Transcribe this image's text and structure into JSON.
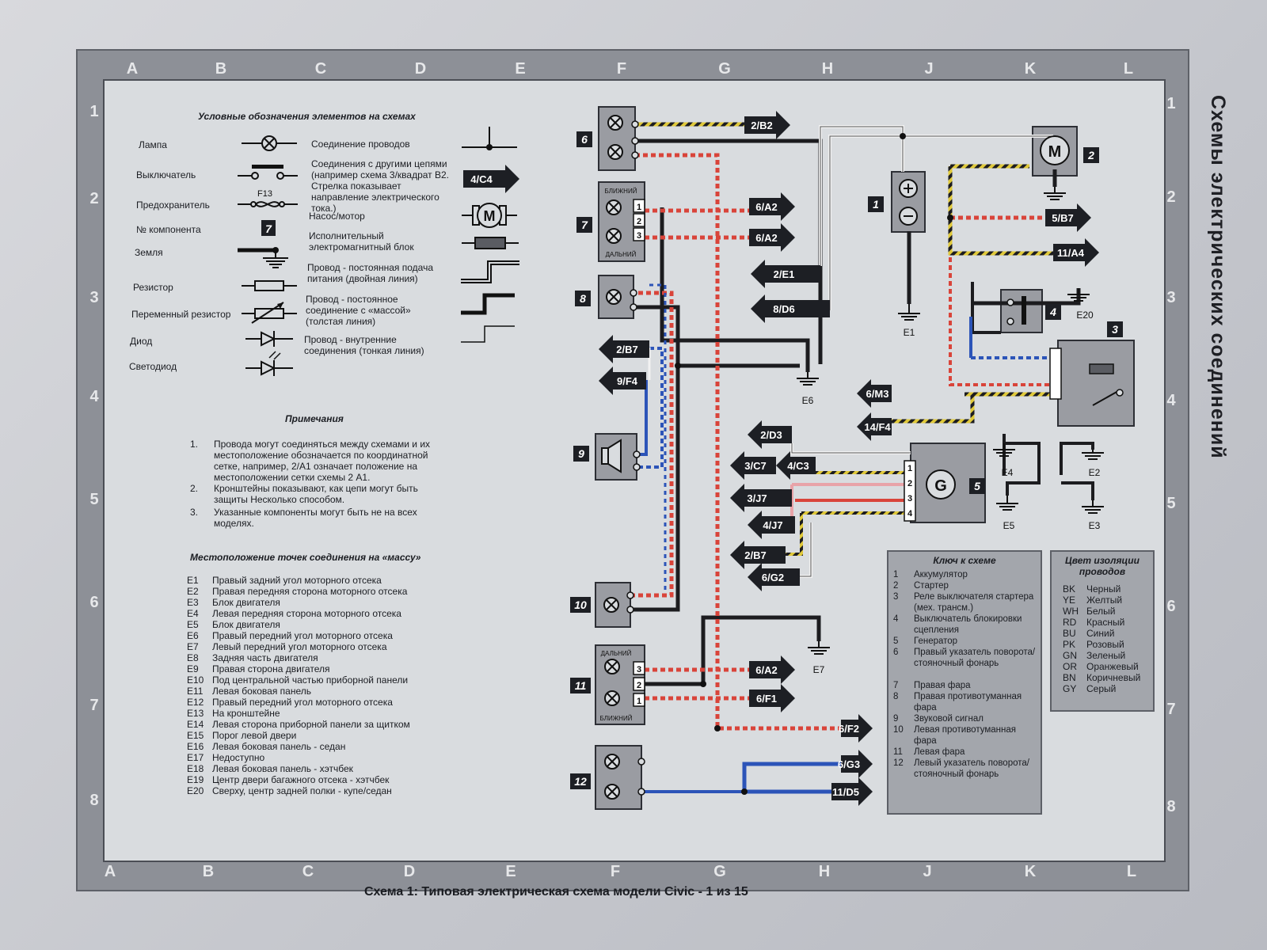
{
  "caption": "Схема 1: Типовая электрическая схема модели Civic - 1 из 15",
  "side_title": "Схемы электрических соединений",
  "grid": {
    "columns": [
      "A",
      "B",
      "C",
      "D",
      "E",
      "F",
      "G",
      "H",
      "J",
      "K",
      "L"
    ],
    "rows": [
      "1",
      "2",
      "3",
      "4",
      "5",
      "6",
      "7",
      "8"
    ]
  },
  "legend": {
    "title": "Условные обозначения элементов на схемах",
    "left_items": [
      "Лампа",
      "Выключатель",
      "Предохранитель",
      "№ компонента",
      "Земля",
      "Резистор",
      "Переменный резистор",
      "Диод",
      "Светодиод"
    ],
    "fuse_label": "F13",
    "component_number": "7",
    "right_items": [
      "Соединение проводов",
      "Соединения с другими цепями (например схема 3/квадрат B2. Стрелка показывает направление электрического тока.)",
      "Насос/мотор",
      "Исполнительный электромагнитный блок",
      "Провод - постоянная подача питания (двойная линия)",
      "Провод - постоянное соединение с «массой» (толстая линия)",
      "Провод - внутренние соединения (тонкая линия)"
    ],
    "arrow_example": "4/C4"
  },
  "notes": {
    "title": "Примечания",
    "items": [
      {
        "n": "1.",
        "text": "Провода могут соединяться между схемами и их местоположение обозначается по координатной сетке, например, 2/A1 означает положение на местоположении сетки схемы 2 A1."
      },
      {
        "n": "2.",
        "text": "Кронштейны показывают, как цепи могут быть защиты Несколько способом."
      },
      {
        "n": "3.",
        "text": "Указанные компоненты могут быть не на всех моделях."
      }
    ]
  },
  "ground_points": {
    "title": "Местоположение точек соединения на «массу»",
    "items": [
      {
        "code": "E1",
        "desc": "Правый задний угол моторного отсека"
      },
      {
        "code": "E2",
        "desc": "Правая передняя сторона моторного отсека"
      },
      {
        "code": "E3",
        "desc": "Блок двигателя"
      },
      {
        "code": "E4",
        "desc": "Левая передняя сторона моторного отсека"
      },
      {
        "code": "E5",
        "desc": "Блок двигателя"
      },
      {
        "code": "E6",
        "desc": "Правый передний угол моторного отсека"
      },
      {
        "code": "E7",
        "desc": "Левый передний угол моторного отсека"
      },
      {
        "code": "E8",
        "desc": "Задняя часть двигателя"
      },
      {
        "code": "E9",
        "desc": "Правая сторона двигателя"
      },
      {
        "code": "E10",
        "desc": "Под центральной частью приборной панели"
      },
      {
        "code": "E11",
        "desc": "Левая боковая панель"
      },
      {
        "code": "E12",
        "desc": "Правый передний угол моторного отсека"
      },
      {
        "code": "E13",
        "desc": "На кронштейне"
      },
      {
        "code": "E14",
        "desc": "Левая сторона приборной панели за щитком"
      },
      {
        "code": "E15",
        "desc": "Порог левой двери"
      },
      {
        "code": "E16",
        "desc": "Левая боковая панель - седан"
      },
      {
        "code": "E17",
        "desc": "Недоступно"
      },
      {
        "code": "E18",
        "desc": "Левая боковая панель - хэтчбек"
      },
      {
        "code": "E19",
        "desc": "Центр двери багажного отсека - хэтчбек"
      },
      {
        "code": "E20",
        "desc": "Сверху, центр задней полки - купе/седан"
      }
    ]
  },
  "key": {
    "title": "Ключ к схеме",
    "items": [
      {
        "n": "1",
        "text": "Аккумулятор"
      },
      {
        "n": "2",
        "text": "Стартер"
      },
      {
        "n": "3",
        "text": "Реле выключателя стартера (мех. трансм.)"
      },
      {
        "n": "4",
        "text": "Выключатель блокировки сцепления"
      },
      {
        "n": "5",
        "text": "Генератор"
      },
      {
        "n": "6",
        "text": "Правый указатель поворота/стояночный фонарь"
      },
      {
        "n": "7",
        "text": "Правая фара"
      },
      {
        "n": "8",
        "text": "Правая противотуманная фара"
      },
      {
        "n": "9",
        "text": "Звуковой сигнал"
      },
      {
        "n": "10",
        "text": "Левая противотуманная фара"
      },
      {
        "n": "11",
        "text": "Левая фара"
      },
      {
        "n": "12",
        "text": "Левый указатель поворота/стояночный фонарь"
      }
    ]
  },
  "wire_colors": {
    "title": "Цвет изоляции проводов",
    "items": [
      {
        "code": "BK",
        "name": "Черный"
      },
      {
        "code": "YE",
        "name": "Желтый"
      },
      {
        "code": "WH",
        "name": "Белый"
      },
      {
        "code": "RD",
        "name": "Красный"
      },
      {
        "code": "BU",
        "name": "Синий"
      },
      {
        "code": "PK",
        "name": "Розовый"
      },
      {
        "code": "GN",
        "name": "Зеленый"
      },
      {
        "code": "OR",
        "name": "Оранжевый"
      },
      {
        "code": "BN",
        "name": "Коричневый"
      },
      {
        "code": "GY",
        "name": "Серый"
      }
    ]
  },
  "components": {
    "c6": "6",
    "c7": "7",
    "c8": "8",
    "c9": "9",
    "c10": "10",
    "c11": "11",
    "c12": "12",
    "c1": "1",
    "c2": "2",
    "c3": "3",
    "c4": "4",
    "c5": "5",
    "lamp7_top": "БЛИЖНИЙ",
    "lamp7_bottom": "ДАЛЬНИЙ",
    "lamp11_top": "ДАЛЬНИЙ",
    "lamp11_bottom": "БЛИЖНИЙ",
    "motor": "M",
    "generator": "G"
  },
  "ground_labels": {
    "E1": "E1",
    "E2": "E2",
    "E3": "E3",
    "E4": "E4",
    "E5": "E5",
    "E6": "E6",
    "E7": "E7",
    "E20": "E20"
  },
  "connectors": {
    "to_2B2": "2/B2",
    "to_6A2_a": "6/A2",
    "to_6A2_b": "6/A2",
    "to_2E1": "2/E1",
    "to_8D6": "8/D6",
    "to_2B7_a": "2/B7",
    "to_9F4": "9/F4",
    "to_5B7": "5/B7",
    "to_11A4": "11/A4",
    "to_6M3": "6/M3",
    "to_14F4": "14/F4",
    "to_2D3": "2/D3",
    "to_3C7": "3/C7",
    "to_4C3": "4/C3",
    "to_3J7": "3/J7",
    "to_4J7": "4/J7",
    "to_2B7_b": "2/B7",
    "to_6G2": "6/G2",
    "to_6A2_c": "6/A2",
    "to_6F1": "6/F1",
    "to_6F2": "6/F2",
    "to_6G3": "6/G3",
    "to_11D5": "11/D5"
  },
  "pins": {
    "p1": "1",
    "p2": "2",
    "p3": "3",
    "p4": "4"
  },
  "colors": {
    "red": "#d9443a",
    "blue": "#2c54b8",
    "yellow": "#e0c93a",
    "pink": "#e8a3a8",
    "black": "#1c1c1f",
    "grey": "#8a8c90"
  }
}
